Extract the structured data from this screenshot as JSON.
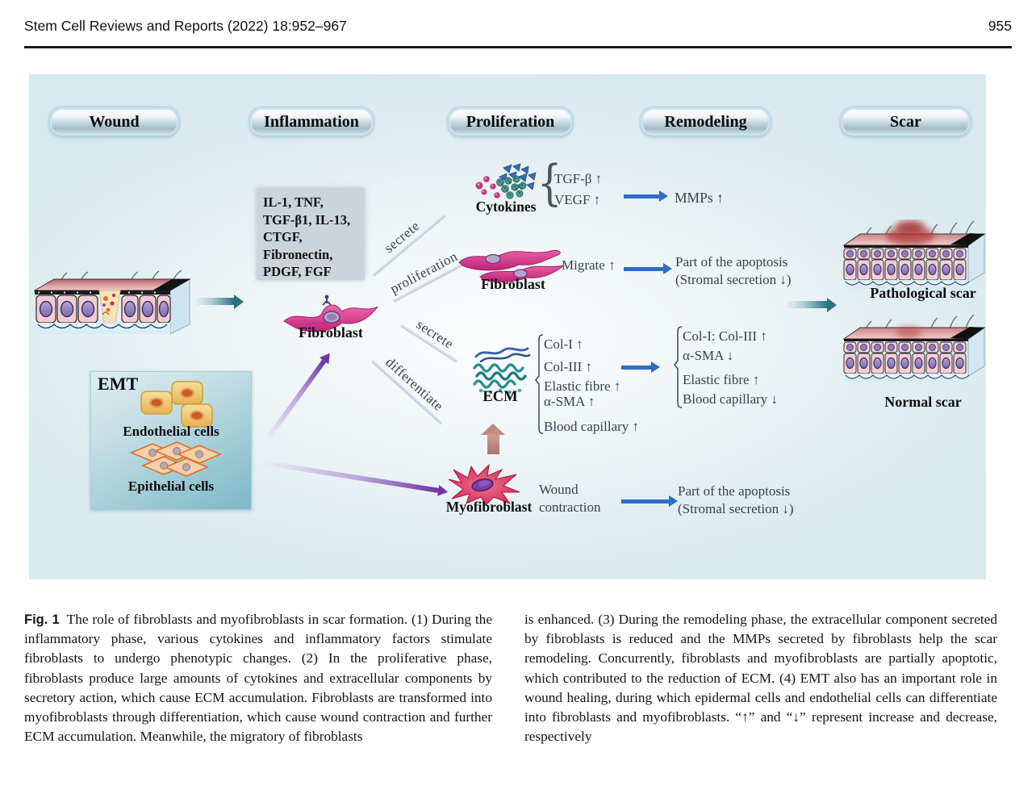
{
  "header": {
    "journal_ref": "Stem Cell Reviews and Reports  (2022) 18:952–967",
    "page_number": "955"
  },
  "figure": {
    "phases": [
      "Wound",
      "Inflammation",
      "Proliferation",
      "Remodeling",
      "Scar"
    ],
    "inflammation": {
      "factors": "IL-1, TNF,\nTGF-β1, IL-13,\nCTGF,\nFibronectin,\nPDGF, FGF",
      "fibroblast_label": "Fibroblast"
    },
    "process_labels": {
      "secrete_top": "secrete",
      "proliferation": "proliferation",
      "secrete_bottom": "secrete",
      "differentiate": "differentiate"
    },
    "proliferation_stage": {
      "cytokines_label": "Cytokines",
      "cytokine_factors": [
        "TGF-β ↑",
        "VEGF ↑"
      ],
      "fibroblast_label": "Fibroblast",
      "migrate": "Migrate ↑",
      "ecm_label": "ECM",
      "ecm_components": [
        "Col-I ↑",
        "Col-III ↑",
        "Elastic fibre ↑",
        "α-SMA ↑",
        "Blood capillary ↑"
      ],
      "myofibroblast_label": "Myofibroblast",
      "wound_contraction": "Wound\ncontraction"
    },
    "remodeling_stage": {
      "mmps": "MMPs ↑",
      "fibroblast_outcome": "Part of the apoptosis\n(Stromal secretion ↓)",
      "ecm_changes": [
        "Col-I: Col-III ↑",
        "α-SMA ↓",
        "Elastic fibre ↑",
        "Blood capillary ↓"
      ],
      "myofibroblast_outcome": "Part of the apoptosis\n(Stromal secretion ↓)"
    },
    "emt": {
      "title": "EMT",
      "endothelial_label": "Endothelial cells",
      "epithelial_label": "Epithelial cells"
    },
    "scar_stage": {
      "pathological_label": "Pathological scar",
      "normal_label": "Normal scar"
    }
  },
  "caption": {
    "tag": "Fig. 1",
    "column_left": "The role of fibroblasts and myofibroblasts in scar formation. (1) During the inflammatory phase, various cytokines and inflammatory factors stimulate fibroblasts to undergo phenotypic changes. (2) In the proliferative phase, fibroblasts produce large amounts of cytokines and extracellular components by secretory action, which cause ECM accumulation. Fibroblasts are transformed into myofibroblasts through differentiation, which cause wound contraction and further ECM accumulation. Meanwhile, the migratory of fibroblasts",
    "column_right": "is enhanced. (3) During the remodeling phase, the extracellular component secreted by fibroblasts is reduced and the MMPs secreted by fibroblasts help the scar remodeling. Concurrently, fibroblasts and myofibroblasts are partially apoptotic, which contributed to the reduction of ECM. (4) EMT also has an important role in wound healing, during which epidermal cells and endothelial cells can differentiate into fibroblasts and myofibroblasts. “↑” and “↓” represent increase and decrease, respectively"
  },
  "colors": {
    "arrow_blue": "#2b6fc4",
    "arrow_teal": "#2e7286",
    "arrow_purple": "#6f35a8",
    "arrow_mauve": "#b5857d",
    "fibroblast_pink": "#c1247d",
    "ecm_teal": "#2e8f8f"
  }
}
